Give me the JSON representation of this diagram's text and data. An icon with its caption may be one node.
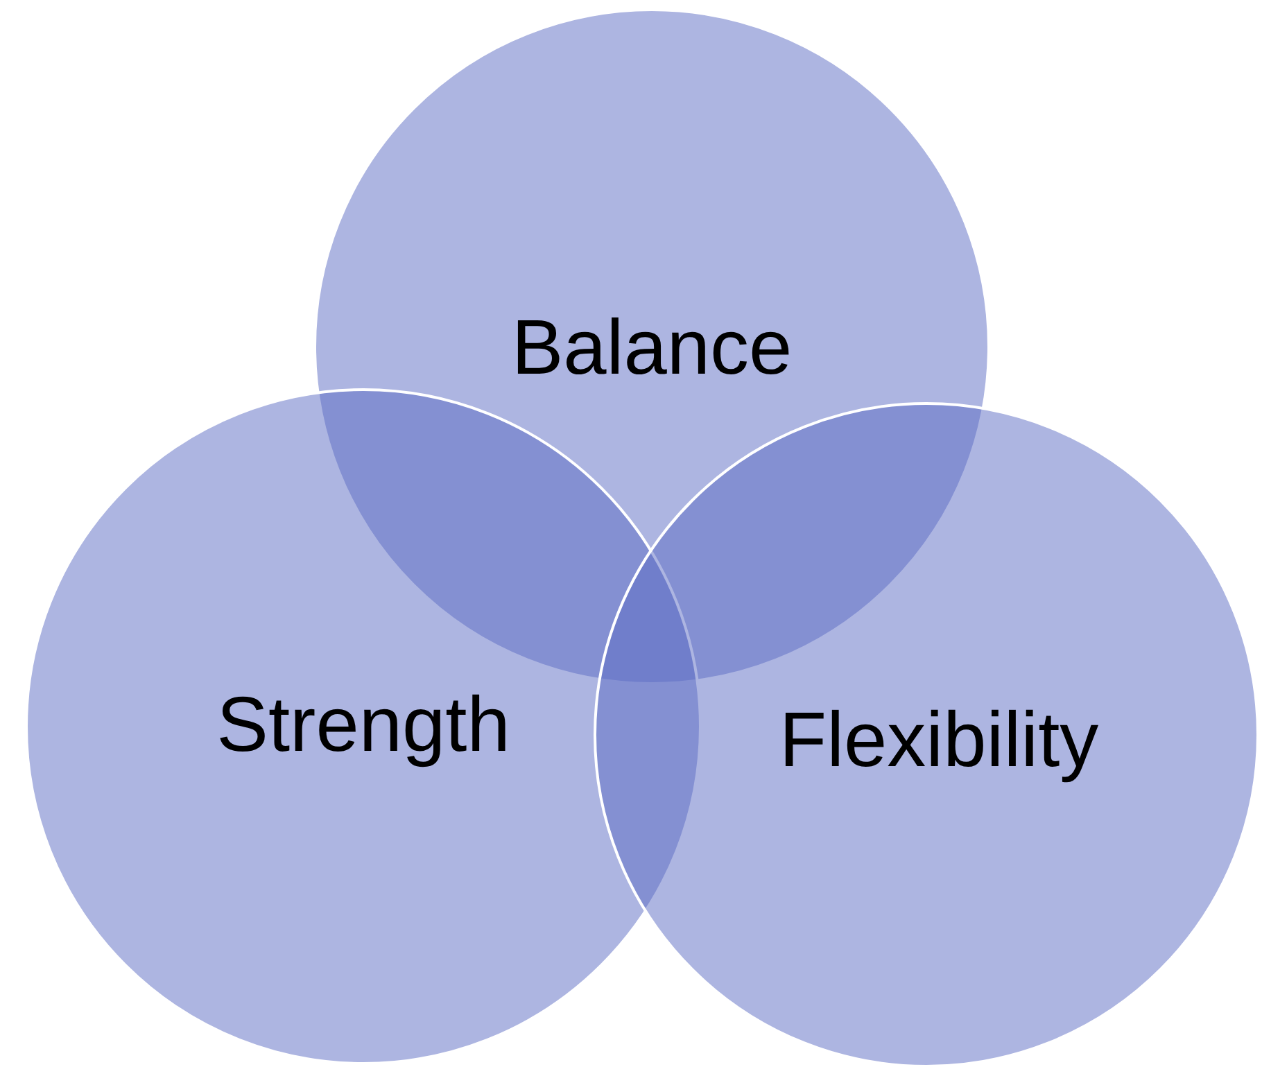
{
  "diagram": {
    "nodes": [
      {
        "text": [
          "Balance"
        ]
      },
      {
        "text": [
          "Strength"
        ]
      },
      {
        "text": [
          "Flexibility"
        ]
      }
    ]
  }
}
